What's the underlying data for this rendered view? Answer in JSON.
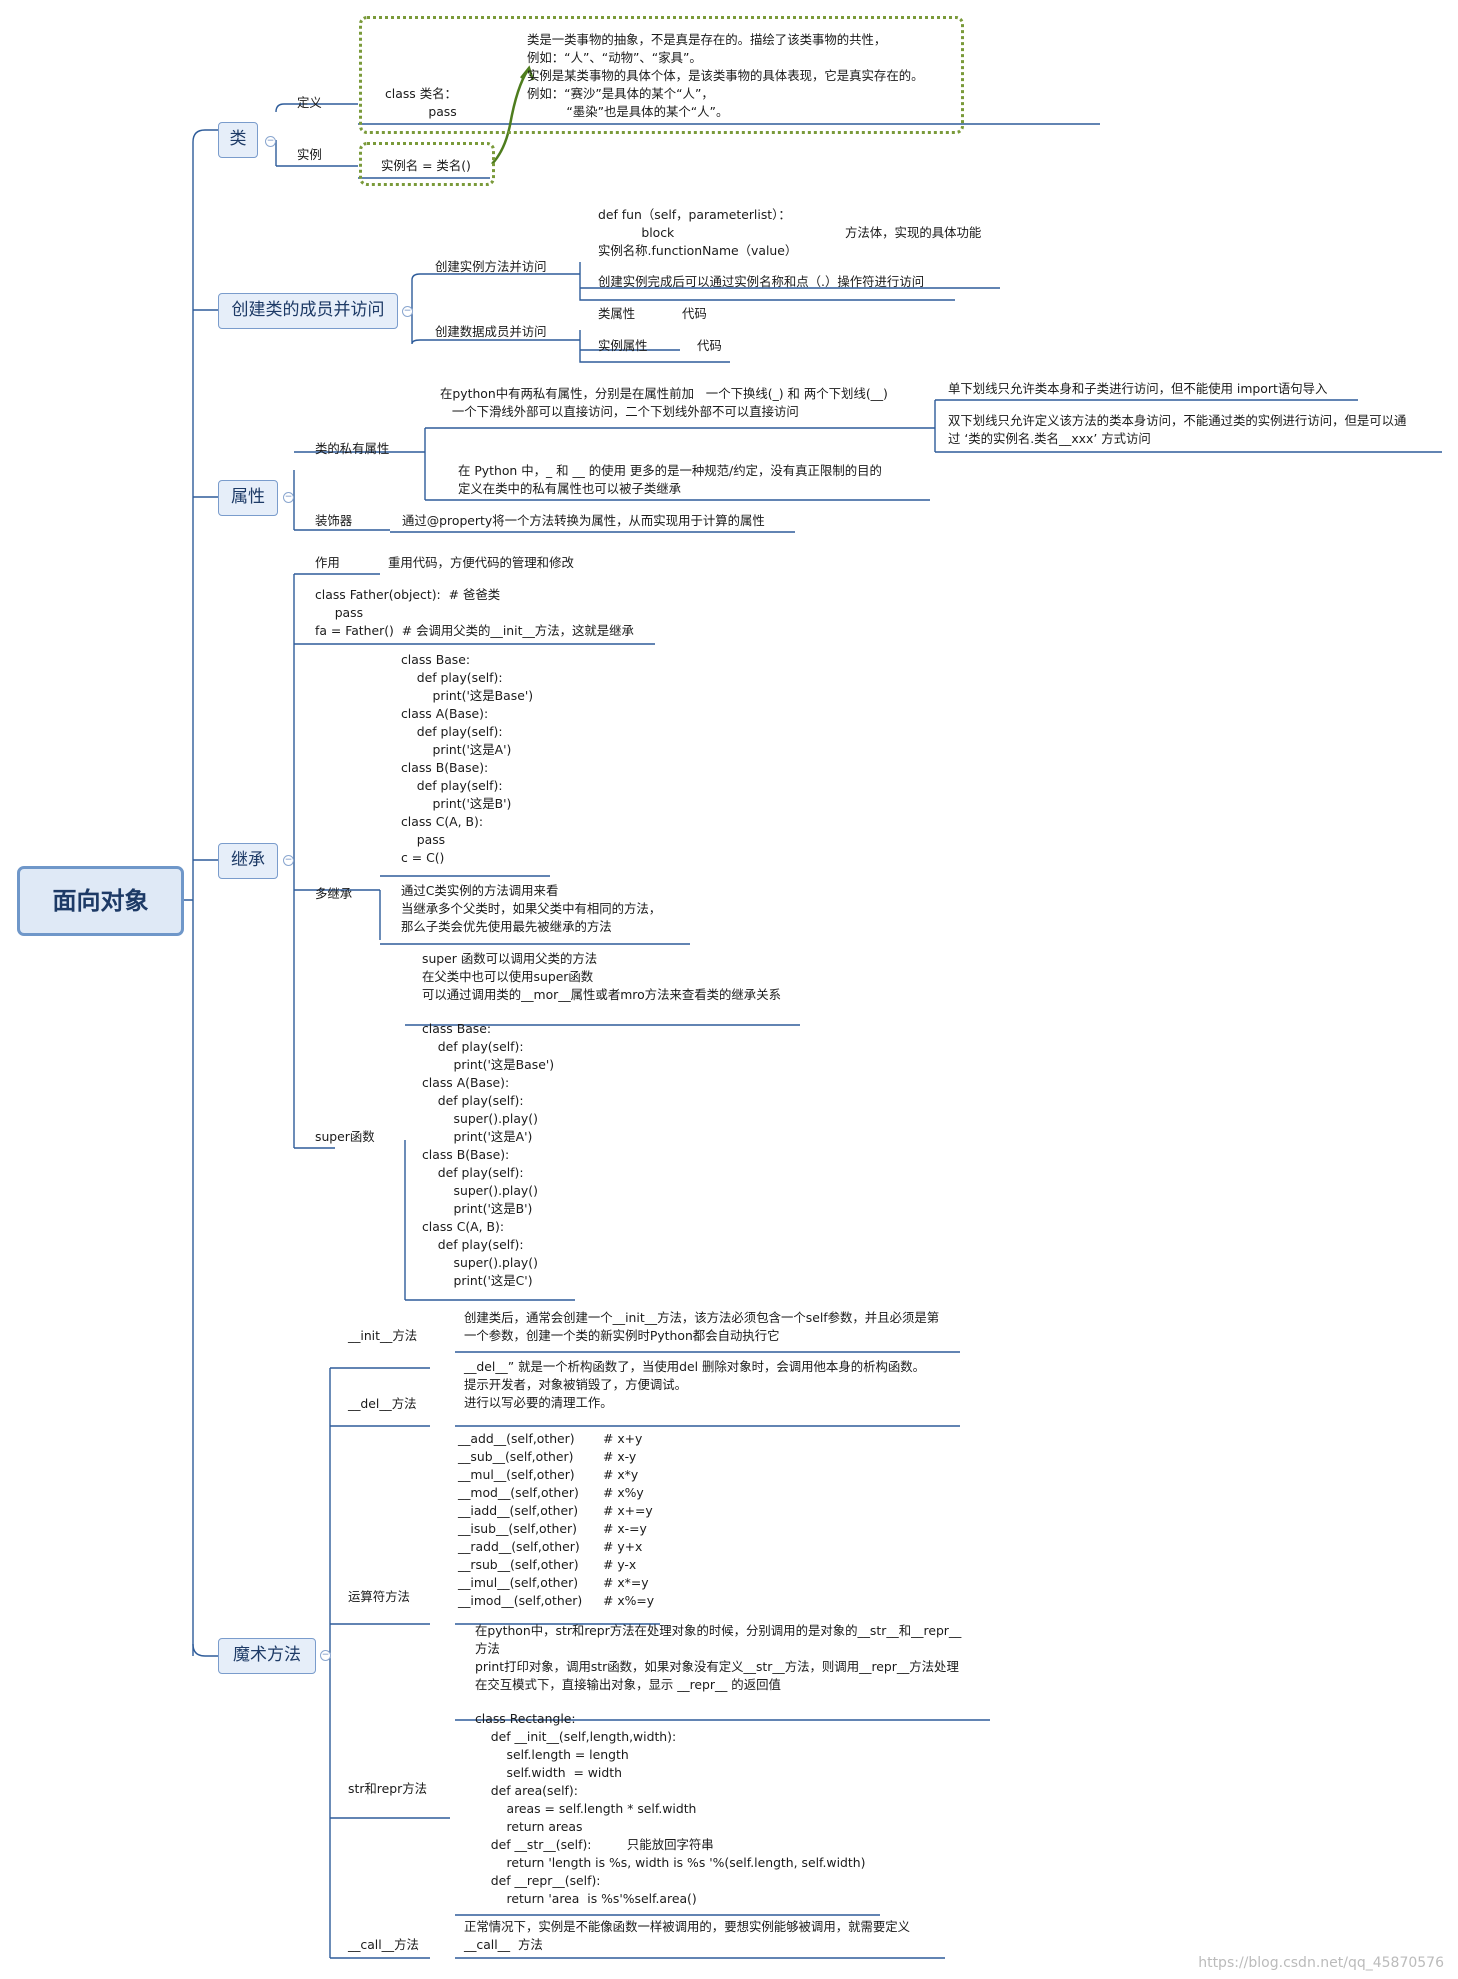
{
  "root": "面向对象",
  "branches": {
    "lei": {
      "label": "类",
      "def_label": "定义",
      "def_code": [
        "class 类名：",
        "           pass"
      ],
      "def_desc": [
        "类是一类事物的抽象，不是真是存在的。描绘了该类事物的共性，",
        "例如：“人”、“动物”、“家具”。",
        "实例是某类事物的具体个体，是该类事物的具体表现，它是真实存在的。",
        "例如：“赛沙”是具体的某个“人”，",
        "          “墨染”也是具体的某个“人”。"
      ],
      "inst_label": "实例",
      "inst_code": "实例名 = 类名()"
    },
    "members": {
      "label": "创建类的成员并访问",
      "method_label": "创建实例方法并访问",
      "method_code": [
        "def fun（self，parameterlist）：",
        "           block",
        "实例名称.functionName（value）"
      ],
      "method_note": "方法体，实现的具体功能",
      "method_desc": "创建实例完成后可以通过实例名称和点（.）操作符进行访问",
      "data_label": "创建数据成员并访问",
      "class_attr": "类属性",
      "inst_attr": "实例属性",
      "code_word": "代码"
    },
    "attr": {
      "label": "属性",
      "private_label": "类的私有属性",
      "private_desc1": [
        "在python中有两私有属性，分别是在属性前加   一个下换线(_) 和 两个下划线(__)",
        "   一个下滑线外部可以直接访问，二个下划线外部不可以直接访问"
      ],
      "private_right1": "单下划线只允许类本身和子类进行访问，但不能使用 import语句导入",
      "private_right2": [
        "双下划线只允许定义该方法的类本身访问，不能通过类的实例进行访问，但是可以通",
        "过 ‘类的实例名.类名__xxx’ 方式访问"
      ],
      "private_desc2": [
        "在 Python 中，_ 和 __ 的使用 更多的是一种规范/约定，没有真正限制的目的",
        "定义在类中的私有属性也可以被子类继承"
      ],
      "decorator_label": "装饰器",
      "decorator_desc": "通过@property将一个方法转换为属性，从而实现用于计算的属性"
    },
    "inherit": {
      "label": "继承",
      "use_label": "作用",
      "use_desc": "重用代码，方便代码的管理和修改",
      "basic_code": [
        "class Father(object):  # 爸爸类",
        "     pass",
        "fa = Father()  # 会调用父类的__init__方法，这就是继承"
      ],
      "multi_label": "多继承",
      "multi_code": [
        "class Base:",
        "    def play(self):",
        "        print('这是Base')",
        "class A(Base):",
        "    def play(self):",
        "        print('这是A')",
        "class B(Base):",
        "    def play(self):",
        "        print('这是B')",
        "class C(A, B):",
        "    pass",
        "c = C()"
      ],
      "multi_desc": [
        "通过C类实例的方法调用来看",
        "当继承多个父类时，如果父类中有相同的方法，",
        "那么子类会优先使用最先被继承的方法"
      ],
      "super_label": "super函数",
      "super_desc": [
        "super 函数可以调用父类的方法",
        "在父类中也可以使用super函数",
        "可以通过调用类的__mor__属性或者mro方法来查看类的继承关系"
      ],
      "super_code": [
        "class Base:",
        "    def play(self):",
        "        print('这是Base')",
        "class A(Base):",
        "    def play(self):",
        "        super().play()",
        "        print('这是A')",
        "class B(Base):",
        "    def play(self):",
        "        super().play()",
        "        print('这是B')",
        "class C(A, B):",
        "    def play(self):",
        "        super().play()",
        "        print('这是C')"
      ]
    },
    "magic": {
      "label": "魔术方法",
      "init_label": "__init__方法",
      "init_desc": [
        "创建类后，通常会创建一个__init__方法，该方法必须包含一个self参数，并且必须是第",
        "一个参数，创建一个类的新实例时Python都会自动执行它"
      ],
      "del_label": "__del__方法",
      "del_desc": [
        "__del__” 就是一个析构函数了，当使用del 删除对象时，会调用他本身的析构函数。",
        "提示开发者，对象被销毁了，方便调试。",
        "进行以写必要的清理工作。"
      ],
      "op_label": "运算符方法",
      "op_methods": [
        "__add__(self,other)",
        "__sub__(self,other)",
        "__mul__(self,other)",
        "__mod__(self,other)",
        "__iadd__(self,other)",
        "__isub__(self,other)",
        "__radd__(self,other)",
        "__rsub__(self,other)",
        "__imul__(self,other)",
        "__imod__(self,other)"
      ],
      "op_comments": [
        "# x+y",
        "# x-y",
        "# x*y",
        "# x%y",
        "# x+=y",
        "# x-=y",
        "# y+x",
        "# y-x",
        "# x*=y",
        "# x%=y"
      ],
      "str_label": "str和repr方法",
      "str_desc": [
        "在python中，str和repr方法在处理对象的时候，分别调用的是对象的__str__和__repr__",
        "方法",
        "print打印对象，调用str函数，如果对象没有定义__str__方法，则调用__repr__方法处理",
        "在交互模式下，直接输出对象，显示 __repr__ 的返回值"
      ],
      "str_code": [
        "class Rectangle:",
        "    def __init__(self,length,width):",
        "        self.length = length",
        "        self.width  = width",
        "    def area(self):",
        "        areas = self.length * self.width",
        "        return areas",
        "    def __str__(self):         只能放回字符串",
        "        return 'length is %s, width is %s '%(self.length, self.width)",
        "    def __repr__(self):",
        "        return 'area  is %s'%self.area()"
      ],
      "call_label": "__call__方法",
      "call_desc": [
        "正常情况下，实例是不能像函数一样被调用的，要想实例能够被调用，就需要定义",
        "__call__  方法"
      ]
    }
  },
  "watermark": "https://blog.csdn.net/qq_45870576",
  "colors": {
    "line": "#2e5c9a",
    "node_fill": "#e6eef9",
    "node_border": "#7a9ccc",
    "dash": "#7a9a3a"
  }
}
